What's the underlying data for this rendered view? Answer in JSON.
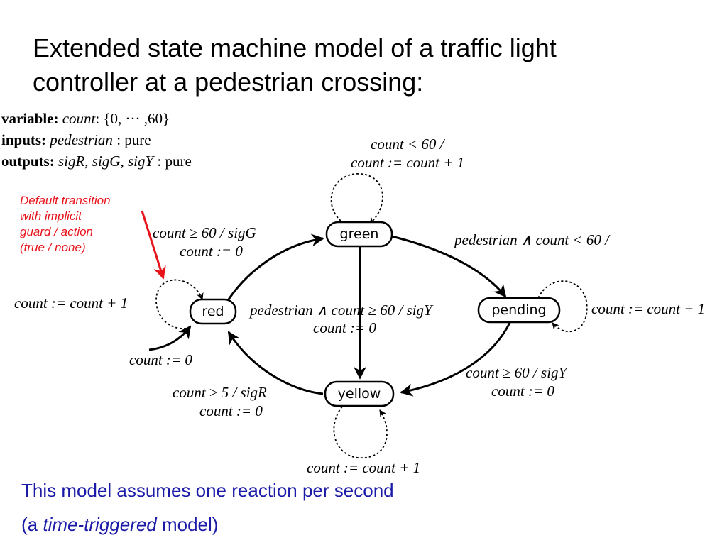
{
  "title_line1": "Extended state machine model of a  traffic light",
  "title_line2": "controller at a pedestrian crossing:",
  "declarations": {
    "variable_key": "variable:",
    "variable_name": "count",
    "variable_domain": ": {0, ··· ,60}",
    "inputs_key": "inputs:",
    "inputs_name": "pedestrian",
    "inputs_type": " : pure",
    "outputs_key": "outputs:",
    "outputs_names": "sigR, sigG, sigY",
    "outputs_type": " : pure"
  },
  "annotation": {
    "line1": "Default transition",
    "line2": "with implicit",
    "line3": "guard / action",
    "line4": "(true / none)"
  },
  "states": {
    "red": "red",
    "green": "green",
    "pending": "pending",
    "yellow": "yellow"
  },
  "transitions": {
    "green_self_guard": "count < 60 /",
    "green_self_action": "count := count + 1",
    "red_to_green_guard": "count ≥ 60 / sigG",
    "red_to_green_action": "count := 0",
    "green_to_pending": "pedestrian ∧ count < 60 /",
    "red_self": "count := count + 1",
    "green_to_yellow_guard": "pedestrian ∧ count ≥ 60 / sigY",
    "green_to_yellow_action": "count := 0",
    "pending_self": "count := count + 1",
    "initial_action": "count := 0",
    "pending_to_yellow_guard": "count ≥ 60 / sigY",
    "pending_to_yellow_action": "count := 0",
    "yellow_to_red_guard": "count ≥ 5 / sigR",
    "yellow_to_red_action": "count := 0",
    "yellow_self": "count := count + 1"
  },
  "caption": {
    "line1": "This model assumes one reaction per second",
    "line2_pre": "(a ",
    "line2_em": "time-triggered",
    "line2_post": " model)"
  },
  "colors": {
    "annotation": "#e8141b",
    "caption": "#1b1ba8",
    "edges": "#000000"
  }
}
